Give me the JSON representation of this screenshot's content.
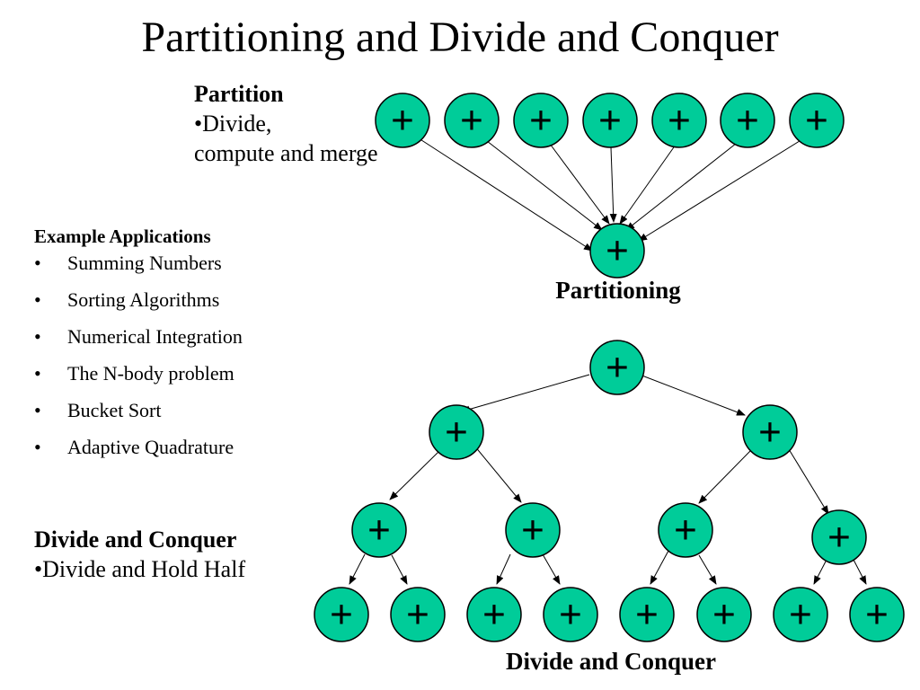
{
  "slide": {
    "title": "Partitioning and Divide and Conquer"
  },
  "partition_text": {
    "heading": "Partition",
    "line1": "•Divide,",
    "line2": "compute and merge"
  },
  "applications": {
    "heading": "Example Applications",
    "bullet": "•",
    "items": [
      "Summing Numbers",
      "Sorting Algorithms",
      "Numerical Integration",
      "The N-body problem",
      "Bucket Sort",
      "Adaptive Quadrature"
    ]
  },
  "divide_conquer_text": {
    "heading": "Divide and Conquer",
    "line1": "•Divide and Hold Half"
  },
  "diagrams": {
    "node_symbol": "+",
    "node_color": "#00CC99",
    "partitioning": {
      "caption": "Partitioning",
      "leaf_count": 7,
      "structure": "all leaves point to one result node"
    },
    "divide_and_conquer": {
      "caption": "Divide and Conquer",
      "levels": 4,
      "structure": "binary tree, root splits downward"
    }
  }
}
